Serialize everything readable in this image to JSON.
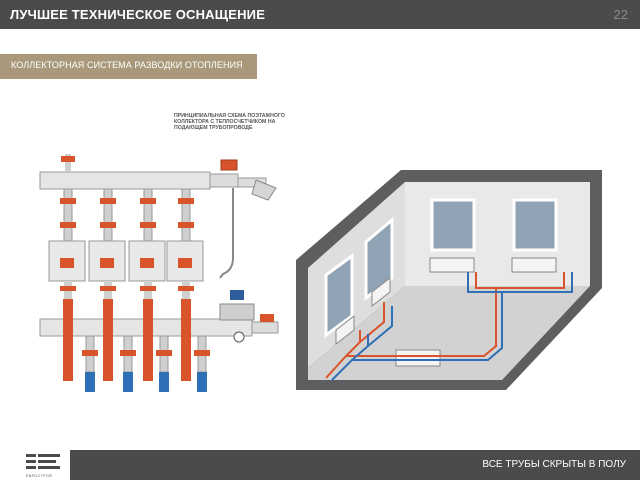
{
  "header": {
    "title": "ЛУЧШЕЕ ТЕХНИЧЕСКОЕ ОСНАЩЕНИЕ",
    "page_number": "22"
  },
  "section": {
    "label": "КОЛЛЕКТОРНАЯ СИСТЕМА РАЗВОДКИ ОТОПЛЕНИЯ"
  },
  "diagram": {
    "note": "ПРИНЦИПИАЛЬНАЯ СХЕМА ПОЭТАЖНОГО КОЛЛЕКТОРА С ТЕПЛОСЧЕТЧИКОМ НА ПОДАЮЩЕМ ТРУБОПРОВОДЕ"
  },
  "footer": {
    "caption": "ВСЕ ТРУБЫ СКРЫТЫ В ПОЛУ",
    "logo_text": "ЕВРОСТРОЙ"
  },
  "colors": {
    "header_bg": "#4b4b4d",
    "section_bg": "#a9997a",
    "supply_pipe": "#d9542b",
    "return_pipe": "#2f6fb5"
  }
}
